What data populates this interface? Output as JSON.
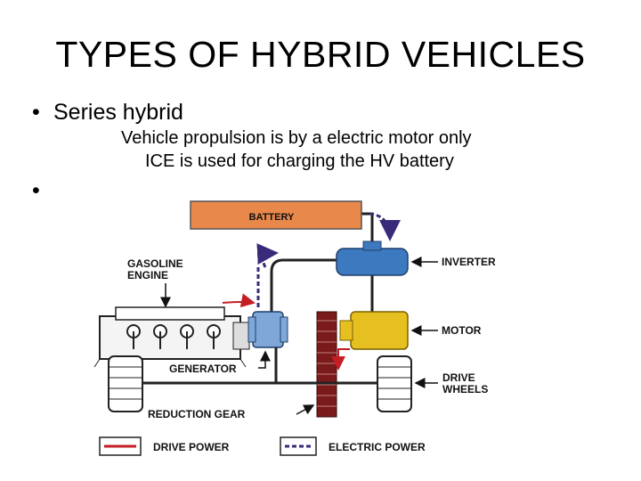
{
  "slide": {
    "title": "TYPES OF HYBRID VEHICLES",
    "bullets": [
      {
        "text": "Series hybrid",
        "details": [
          "Vehicle propulsion is by a electric motor only",
          "ICE is used for charging the HV battery"
        ]
      },
      {
        "text": ""
      }
    ]
  },
  "diagram": {
    "labels": {
      "battery": "BATTERY",
      "gasoline_engine_line1": "GASOLINE",
      "gasoline_engine_line2": "ENGINE",
      "inverter": "INVERTER",
      "motor": "MOTOR",
      "generator": "GENERATOR",
      "drive_wheels_line1": "DRIVE",
      "drive_wheels_line2": "WHEELS",
      "reduction_gear": "REDUCTION GEAR"
    },
    "legend": {
      "drive_power": "DRIVE POWER",
      "electric_power": "ELECTRIC POWER"
    },
    "colors": {
      "battery": "#e8884a",
      "inverter": "#3d79bf",
      "generator": "#7fa7d8",
      "motor": "#e6c020",
      "reduction_gear": "#7a1a1a",
      "drive_power": "#c41e24",
      "electric_power": "#3a2a7a"
    }
  }
}
